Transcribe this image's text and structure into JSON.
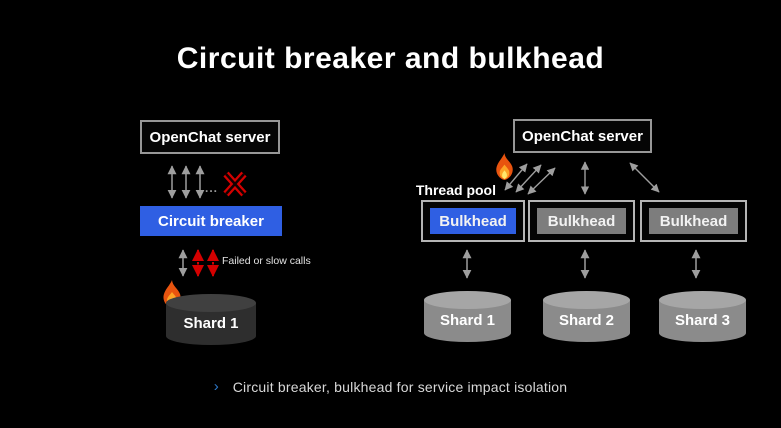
{
  "title": "Circuit breaker and bulkhead",
  "left_diagram": {
    "server_label": "OpenChat server",
    "breaker_label": "Circuit breaker",
    "ellipsis": "...",
    "failed_calls_label": "Failed or slow calls",
    "shard_label": "Shard 1"
  },
  "right_diagram": {
    "server_label": "OpenChat server",
    "thread_pool_label": "Thread pool",
    "bulkheads": [
      {
        "label": "Bulkhead",
        "highlighted": true
      },
      {
        "label": "Bulkhead",
        "highlighted": false
      },
      {
        "label": "Bulkhead",
        "highlighted": false
      }
    ],
    "shards": [
      {
        "label": "Shard 1"
      },
      {
        "label": "Shard 2"
      },
      {
        "label": "Shard 3"
      }
    ]
  },
  "footer": {
    "bullet": "›",
    "text": "Circuit breaker, bulkhead for service impact isolation"
  },
  "colors": {
    "background": "#000000",
    "accent_blue": "#2f5fe3",
    "bulkhead_gray": "#7d7d7d",
    "alert_red": "#d40000",
    "arrow_gray": "#9e9e9e",
    "dark_cylinder": "#2e2e2e",
    "light_cylinder": "#8b8b8b"
  }
}
